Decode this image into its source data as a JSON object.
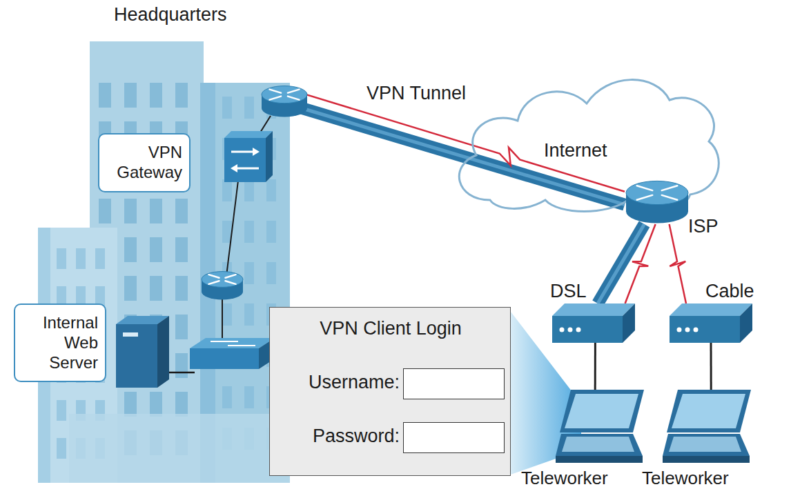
{
  "diagram": {
    "nodes": [
      {
        "text": [
          "Headquarters"
        ]
      },
      {
        "text": [
          "VPN Gateway"
        ],
        "in": 0
      },
      {
        "text": [
          "Internal Web Server"
        ],
        "in": 0
      },
      {
        "text": [
          "Internet"
        ]
      },
      {
        "text": [
          "ISP"
        ]
      },
      {
        "text": [
          "DSL"
        ]
      },
      {
        "text": [
          "Cable"
        ]
      },
      {
        "text": [
          "Teleworker"
        ]
      },
      {
        "text": [
          "Teleworker"
        ]
      },
      {
        "text": [
          "VPN Client Login",
          "Username:",
          "Password:"
        ]
      }
    ],
    "edges": [
      {
        "from": 0,
        "to": 4,
        "arrow": "none"
      },
      {
        "from": 0,
        "to": 4,
        "label": "VPN Tunnel",
        "arrow": "none"
      },
      {
        "from": 4,
        "to": 5,
        "arrow": "none"
      },
      {
        "from": 4,
        "to": 5,
        "arrow": "none"
      },
      {
        "from": 4,
        "to": 6,
        "arrow": "none"
      },
      {
        "from": 5,
        "to": 7,
        "arrow": "none"
      },
      {
        "from": 6,
        "to": 8,
        "arrow": "none"
      }
    ]
  }
}
